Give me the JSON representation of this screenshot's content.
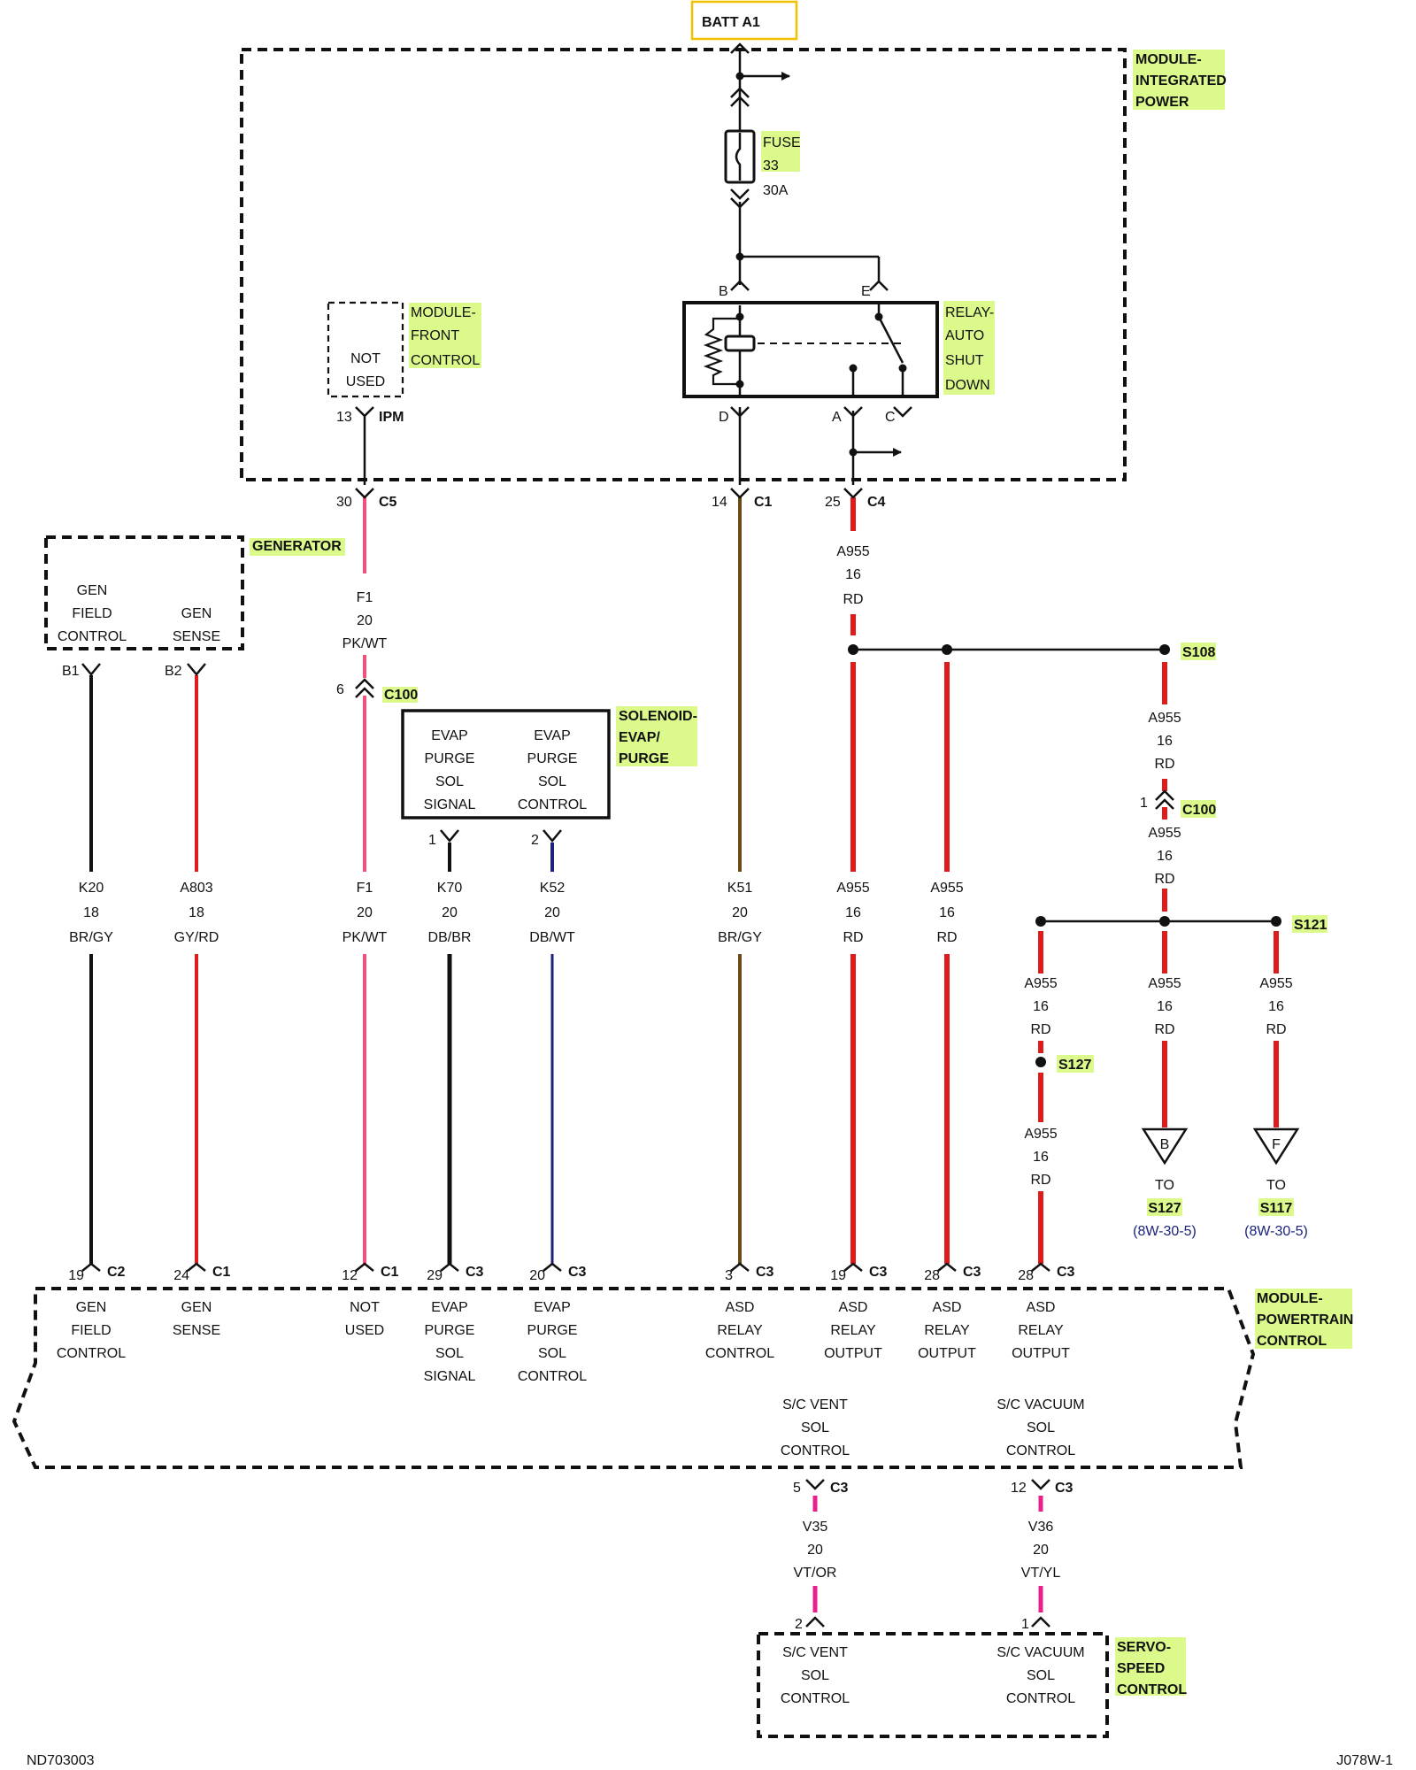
{
  "modules": {
    "batt": "BATT A1",
    "ipm": [
      "MODULE-",
      "INTEGRATED",
      "POWER"
    ],
    "fcm": [
      "MODULE-",
      "FRONT",
      "CONTROL"
    ],
    "relay": [
      "RELAY-",
      "AUTO",
      "SHUT",
      "DOWN"
    ],
    "generator": "GENERATOR",
    "solenoid": [
      "SOLENOID-",
      "EVAP/",
      "PURGE"
    ],
    "pcm": [
      "MODULE-",
      "POWERTRAIN",
      "CONTROL"
    ],
    "servo": [
      "SERVO-",
      "SPEED",
      "CONTROL"
    ]
  },
  "fuse": {
    "label": [
      "FUSE",
      "33"
    ],
    "rating": "30A"
  },
  "fcm_text": [
    "NOT",
    "USED"
  ],
  "relay_pins": {
    "b": "B",
    "e": "E",
    "d": "D",
    "a": "A",
    "c": "C"
  },
  "ipm_pins": {
    "fcm_pin": "13",
    "fcm_conn": "IPM"
  },
  "connectors": {
    "c5": {
      "pin": "30",
      "name": "C5"
    },
    "c1_top": {
      "pin": "14",
      "name": "C1"
    },
    "c4": {
      "pin": "25",
      "name": "C4"
    },
    "c100_left": {
      "pin": "6",
      "name": "C100"
    },
    "c100_right": {
      "pin": "1",
      "name": "C100"
    },
    "gen_b1": "B1",
    "gen_b2": "B2",
    "sol_1": "1",
    "sol_2": "2"
  },
  "generator_text": {
    "field": [
      "GEN",
      "FIELD",
      "CONTROL"
    ],
    "sense": [
      "GEN",
      "SENSE"
    ]
  },
  "solenoid_text": {
    "signal": [
      "EVAP",
      "PURGE",
      "SOL",
      "SIGNAL"
    ],
    "control": [
      "EVAP",
      "PURGE",
      "SOL",
      "CONTROL"
    ]
  },
  "wires": {
    "a955_top": [
      "A955",
      "16",
      "RD"
    ],
    "f1_top": [
      "F1",
      "20",
      "PK/WT"
    ],
    "k20": [
      "K20",
      "18",
      "BR/GY"
    ],
    "a803": [
      "A803",
      "18",
      "GY/RD"
    ],
    "f1_mid": [
      "F1",
      "20",
      "PK/WT"
    ],
    "k70": [
      "K70",
      "20",
      "DB/BR"
    ],
    "k52": [
      "K52",
      "20",
      "DB/WT"
    ],
    "k51": [
      "K51",
      "20",
      "BR/GY"
    ],
    "a955_19": [
      "A955",
      "16",
      "RD"
    ],
    "a955_28": [
      "A955",
      "16",
      "RD"
    ],
    "a955_r1": [
      "A955",
      "16",
      "RD"
    ],
    "a955_r2": [
      "A955",
      "16",
      "RD"
    ],
    "a955_s121_l": [
      "A955",
      "16",
      "RD"
    ],
    "a955_s121_m": [
      "A955",
      "16",
      "RD"
    ],
    "a955_s121_r": [
      "A955",
      "16",
      "RD"
    ],
    "a955_low": [
      "A955",
      "16",
      "RD"
    ],
    "v35": [
      "V35",
      "20",
      "VT/OR"
    ],
    "v36": [
      "V36",
      "20",
      "VT/YL"
    ]
  },
  "splices": {
    "s108": "S108",
    "s121": "S121",
    "s127": "S127"
  },
  "offpage": {
    "b": {
      "letter": "B",
      "to": "TO",
      "splice": "S127",
      "ref": "(8W-30-5)"
    },
    "f": {
      "letter": "F",
      "to": "TO",
      "splice": "S117",
      "ref": "(8W-30-5)"
    }
  },
  "pcm_pins": [
    {
      "pin": "19",
      "conn": "C2",
      "text": [
        "GEN",
        "FIELD",
        "CONTROL"
      ]
    },
    {
      "pin": "24",
      "conn": "C1",
      "text": [
        "GEN",
        "SENSE"
      ]
    },
    {
      "pin": "12",
      "conn": "C1",
      "text": [
        "NOT",
        "USED"
      ]
    },
    {
      "pin": "29",
      "conn": "C3",
      "text": [
        "EVAP",
        "PURGE",
        "SOL",
        "SIGNAL"
      ]
    },
    {
      "pin": "20",
      "conn": "C3",
      "text": [
        "EVAP",
        "PURGE",
        "SOL",
        "CONTROL"
      ]
    },
    {
      "pin": "3",
      "conn": "C3",
      "text": [
        "ASD",
        "RELAY",
        "CONTROL"
      ]
    },
    {
      "pin": "19",
      "conn": "C3",
      "text": [
        "ASD",
        "RELAY",
        "OUTPUT"
      ]
    },
    {
      "pin": "28",
      "conn": "C3",
      "text": [
        "ASD",
        "RELAY",
        "OUTPUT"
      ]
    },
    {
      "pin": "28",
      "conn": "C3",
      "text": [
        "ASD",
        "RELAY",
        "OUTPUT"
      ]
    }
  ],
  "pcm_lower": {
    "vent": [
      "S/C VENT",
      "SOL",
      "CONTROL"
    ],
    "vacuum": [
      "S/C VACUUM",
      "SOL",
      "CONTROL"
    ],
    "vent_pin": {
      "pin": "5",
      "conn": "C3"
    },
    "vacuum_pin": {
      "pin": "12",
      "conn": "C3"
    }
  },
  "servo_pins": {
    "vent": "2",
    "vacuum": "1"
  },
  "servo_text": {
    "vent": [
      "S/C VENT",
      "SOL",
      "CONTROL"
    ],
    "vacuum": [
      "S/C VACUUM",
      "SOL",
      "CONTROL"
    ]
  },
  "footer": {
    "left": "ND703003",
    "right": "J078W-1"
  },
  "colors": {
    "red": "#e01b1b",
    "pink": "#f2527a",
    "magenta": "#e8208c",
    "black": "#111111",
    "brown": "#6b4a1a",
    "darkblue": "#1a237e",
    "highlight": "#dcfa8c",
    "batt_border": "#f2c200"
  }
}
